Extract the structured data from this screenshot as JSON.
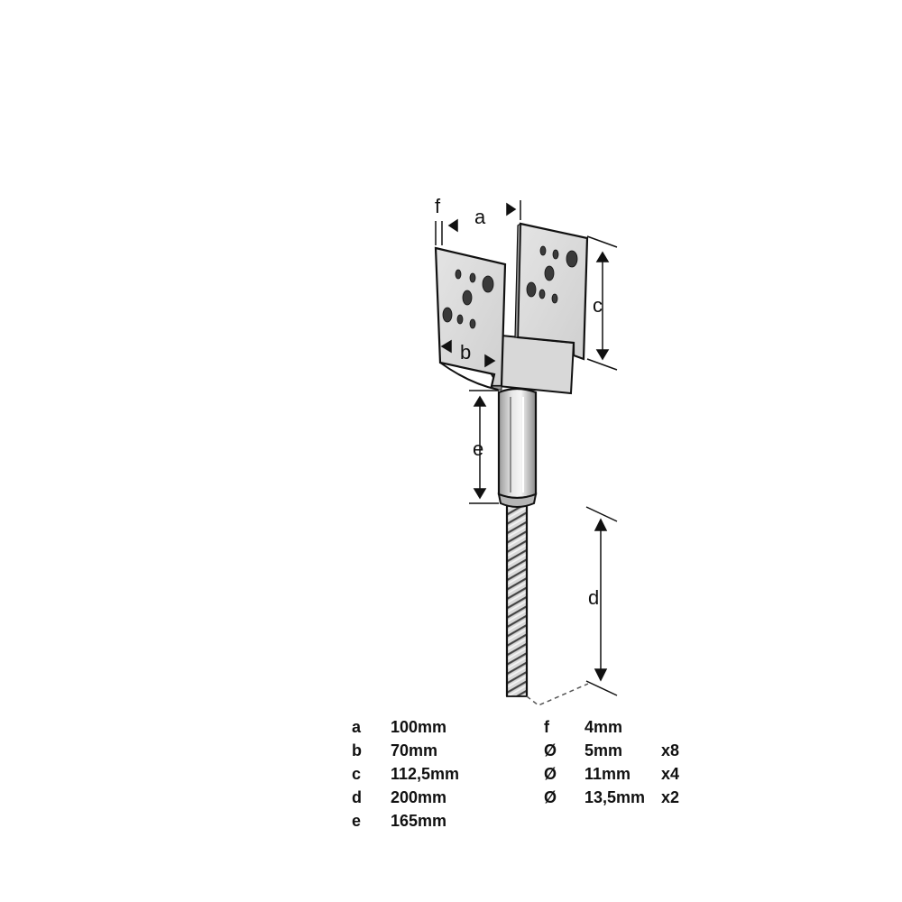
{
  "dimension_labels": {
    "a": "a",
    "b": "b",
    "c": "c",
    "d": "d",
    "e": "e",
    "f": "f"
  },
  "specs_left": [
    {
      "key": "a",
      "value": "100mm"
    },
    {
      "key": "b",
      "value": "70mm"
    },
    {
      "key": "c",
      "value": "112,5mm"
    },
    {
      "key": "d",
      "value": "200mm"
    },
    {
      "key": "e",
      "value": "165mm"
    }
  ],
  "specs_right": [
    {
      "key": "f",
      "value": "4mm",
      "count": ""
    },
    {
      "key": "Ø",
      "value": "5mm",
      "count": "x8"
    },
    {
      "key": "Ø",
      "value": "11mm",
      "count": "x4"
    },
    {
      "key": "Ø",
      "value": "13,5mm",
      "count": "x2"
    }
  ]
}
